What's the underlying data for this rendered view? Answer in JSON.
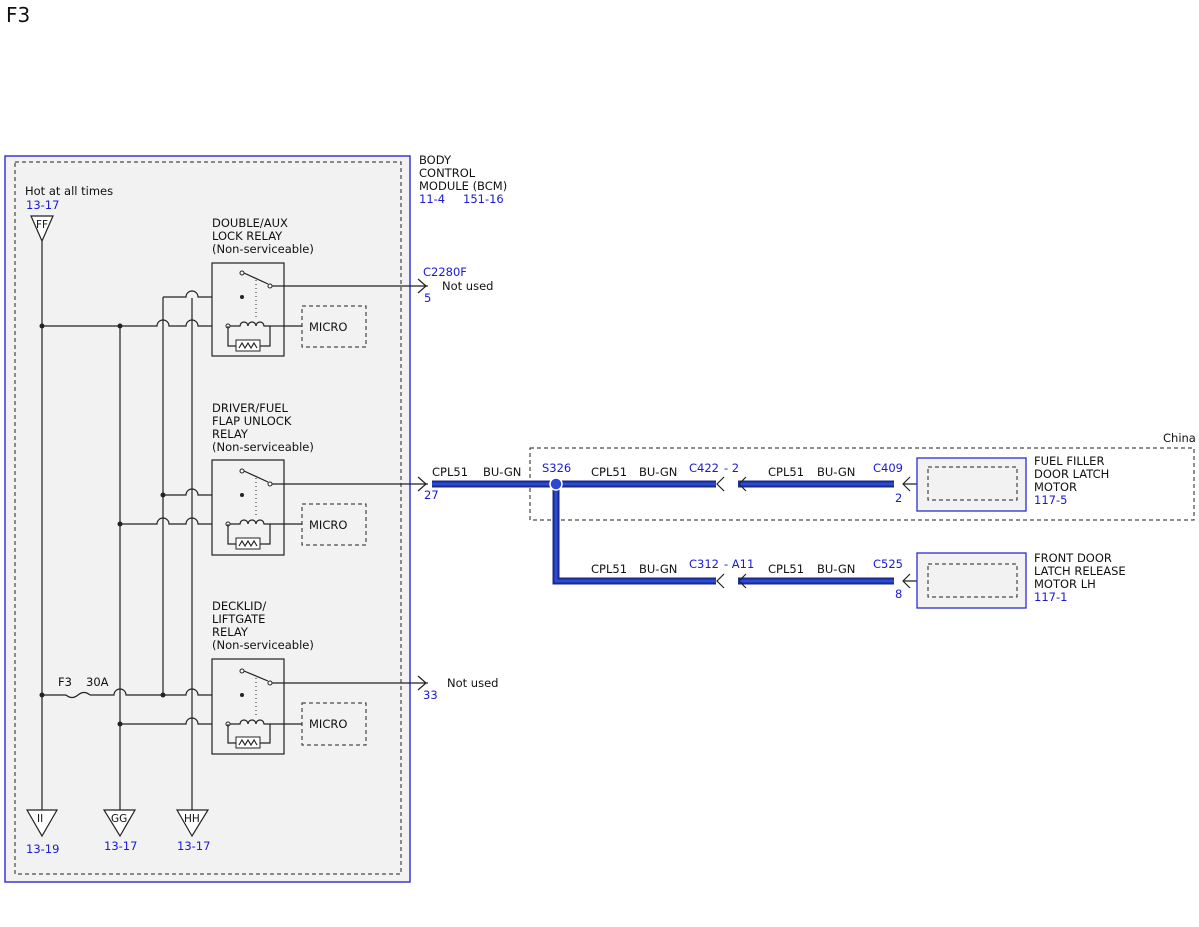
{
  "page": {
    "id": "F3"
  },
  "module": {
    "name_line1": "BODY",
    "name_line2": "CONTROL",
    "name_line3": "MODULE (BCM)",
    "ref1": "11-4",
    "ref2": "151-16",
    "hot_label": "Hot at all times",
    "hot_ref": "13-17",
    "fuse_label": "F3",
    "fuse_rating": "30A"
  },
  "relays": [
    {
      "line1": "DOUBLE/AUX",
      "line2": "LOCK RELAY",
      "line3": "(Non-serviceable)",
      "line4": "",
      "micro": "MICRO"
    },
    {
      "line1": "DRIVER/FUEL",
      "line2": "FLAP UNLOCK",
      "line3": "RELAY",
      "line4": "(Non-serviceable)",
      "micro": "MICRO"
    },
    {
      "line1": "DECKLID/",
      "line2": "LIFTGATE",
      "line3": "RELAY",
      "line4": "(Non-serviceable)",
      "micro": "MICRO"
    }
  ],
  "terminals": [
    {
      "id": "FF",
      "ref": "13-17"
    },
    {
      "id": "II",
      "ref": "13-19"
    },
    {
      "id": "GG",
      "ref": "13-17"
    },
    {
      "id": "HH",
      "ref": "13-17"
    }
  ],
  "connectors": {
    "c2280f": "C2280F",
    "pin5": "5",
    "not_used_1": "Not used",
    "pin27": "27",
    "pin33": "33",
    "not_used_2": "Not used",
    "splice": "S326",
    "c422": "C422",
    "c422_pin": "- 2",
    "c409": "C409",
    "c409_pin": "2",
    "c312": "C312",
    "c312_pin": "- A11",
    "c525": "C525",
    "c525_pin": "8"
  },
  "wires": [
    {
      "circuit": "CPL51",
      "color": "BU-GN"
    },
    {
      "circuit": "CPL51",
      "color": "BU-GN"
    },
    {
      "circuit": "CPL51",
      "color": "BU-GN"
    },
    {
      "circuit": "CPL51",
      "color": "BU-GN"
    },
    {
      "circuit": "CPL51",
      "color": "BU-GN"
    }
  ],
  "components": {
    "china_label": "China",
    "fuel_filler_line1": "FUEL FILLER",
    "fuel_filler_line2": "DOOR LATCH",
    "fuel_filler_line3": "MOTOR",
    "fuel_filler_ref": "117-5",
    "front_door_line1": "FRONT DOOR",
    "front_door_line2": "LATCH RELEASE",
    "front_door_line3": "MOTOR LH",
    "front_door_ref": "117-1"
  },
  "colors": {
    "module_border": "#2c2cd0",
    "harness": "#1a2a8a",
    "harness_highlight": "#2b4bd6",
    "reference_text": "#1a1ad0",
    "module_fill": "#f2f2f2"
  }
}
